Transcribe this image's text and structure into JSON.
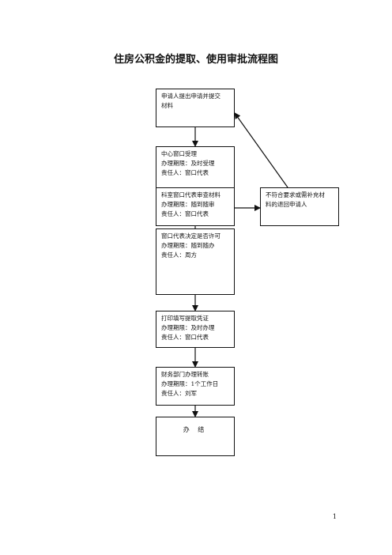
{
  "title": "住房公积金的提取、使用审批流程图",
  "nodes": {
    "apply": [
      "申请人提出申请并提交",
      "材料"
    ],
    "accept": [
      "中心窗口受理",
      "办理期限：及时受理",
      "责任人：窗口代表"
    ],
    "review": [
      "科室窗口代表审查材料",
      "办理期限：随到随审",
      "责任人：窗口代表"
    ],
    "reject": [
      "不符合要求或需补充材",
      "料的退回申请人"
    ],
    "decide": [
      "窗口代表决定是否许可",
      "办理期限：随到随办",
      "责任人：周方"
    ],
    "print": [
      "打印填写提取凭证",
      "办理期限：及时办理",
      "责任人：窗口代表"
    ],
    "finance": [
      "财务部门办理转账",
      "办理期限：1个工作日",
      "责任人：刘军"
    ],
    "end": "办  结"
  },
  "page_number": "1"
}
